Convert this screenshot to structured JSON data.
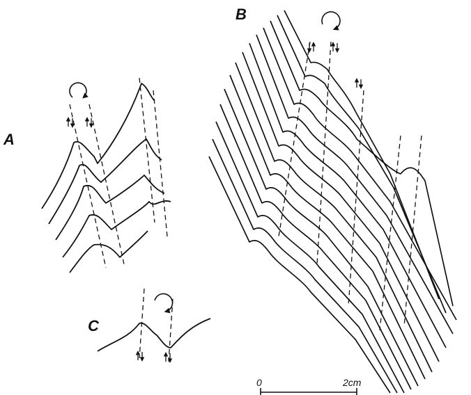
{
  "panels": {
    "a": {
      "label": "A"
    },
    "b": {
      "label": "B"
    },
    "c": {
      "label": "C"
    }
  },
  "scale_bar": {
    "start_label": "0",
    "end_label": "2cm"
  },
  "colors": {
    "ink": "#111111",
    "paper": "#ffffff"
  },
  "symbols": [
    "rotation-arrow-icon",
    "shear-sense-arrows-icon"
  ]
}
